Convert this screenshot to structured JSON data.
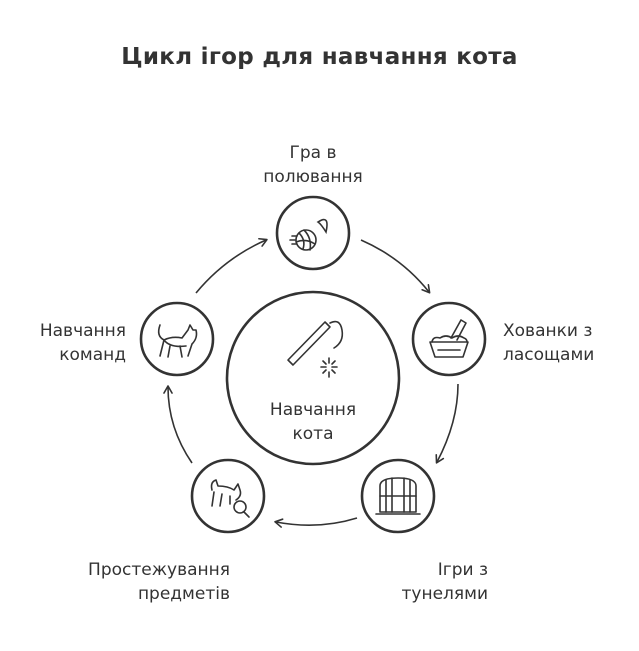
{
  "title": "Цикл ігор для навчання кота",
  "center": {
    "line1": "Навчання",
    "line2": "кота",
    "icon": "wand-toy-icon"
  },
  "nodes": [
    {
      "id": "hunting",
      "line1": "Гра в",
      "line2": "полювання",
      "icon": "yarn-ball-icon"
    },
    {
      "id": "treats",
      "line1": "Хованки з",
      "line2": "ласощами",
      "icon": "litter-box-scoop-icon"
    },
    {
      "id": "tunnels",
      "line1": "Ігри з",
      "line2": "тунелями",
      "icon": "cage-tunnel-icon"
    },
    {
      "id": "tracking",
      "line1": "Простежування",
      "line2": "предметів",
      "icon": "cat-magnifier-icon"
    },
    {
      "id": "commands",
      "line1": "Навчання",
      "line2": "команд",
      "icon": "walking-cat-icon"
    }
  ],
  "colors": {
    "stroke": "#333333",
    "text": "#333333"
  }
}
